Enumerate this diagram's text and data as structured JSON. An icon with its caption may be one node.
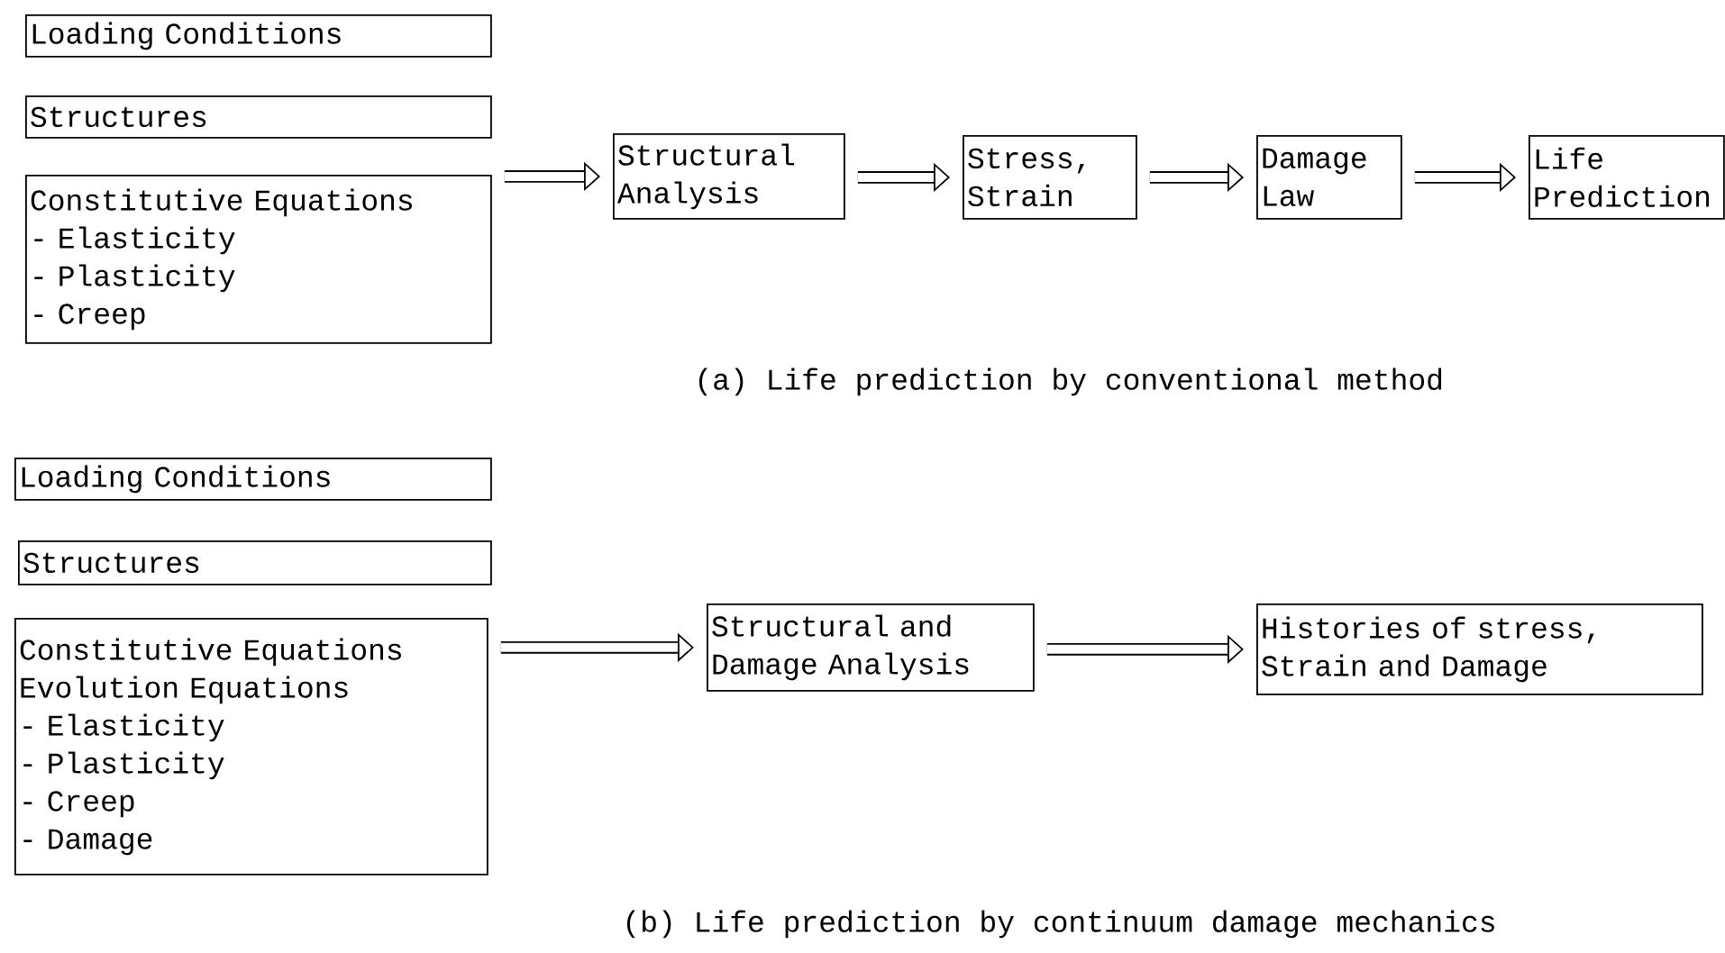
{
  "diagram": {
    "nodes": [
      {
        "text": [
          "Loading Conditions"
        ]
      },
      {
        "text": [
          "Structures"
        ]
      },
      {
        "text": [
          "Constitutive Equations",
          "- Elasticity",
          "- Plasticity",
          "- Creep"
        ]
      },
      {
        "text": [
          "Structural Analysis"
        ]
      },
      {
        "text": [
          "Stress, Strain"
        ]
      },
      {
        "text": [
          "Damage Law"
        ]
      },
      {
        "text": [
          "Life Prediction"
        ]
      },
      {
        "text": [
          "Loading Conditions"
        ]
      },
      {
        "text": [
          "Structures"
        ]
      },
      {
        "text": [
          "Constitutive Equations",
          "Evolution Equations",
          "- Elasticity",
          "- Plasticity",
          "- Creep",
          "- Damage"
        ]
      },
      {
        "text": [
          "Structural and Damage Analysis"
        ]
      },
      {
        "text": [
          "Histories of stress, Strain and Damage"
        ]
      }
    ],
    "edges": [
      {
        "from": 2,
        "to": 3,
        "arrow": "to"
      },
      {
        "from": 3,
        "to": 4,
        "arrow": "to"
      },
      {
        "from": 4,
        "to": 5,
        "arrow": "to"
      },
      {
        "from": 5,
        "to": 6,
        "arrow": "to"
      },
      {
        "from": 9,
        "to": 10,
        "arrow": "to"
      },
      {
        "from": 10,
        "to": 11,
        "arrow": "to"
      }
    ],
    "labels": [
      "(a) Life prediction by conventional method",
      "(b) Life prediction by continuum damage mechanics"
    ]
  }
}
